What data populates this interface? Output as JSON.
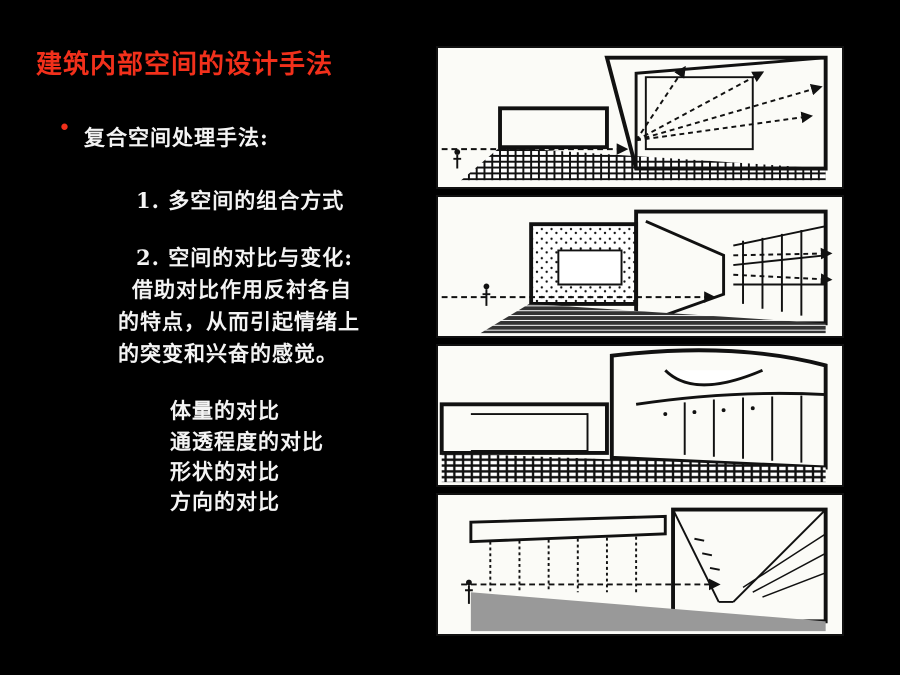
{
  "title": "建筑内部空间的设计手法",
  "bullet": {
    "marker": "•",
    "heading": "复合空间处理手法:"
  },
  "items": {
    "item1": "1. 多空间的组合方式",
    "item2": "2. 空间的对比与变化:",
    "desc_lines": [
      "借助对比作用反衬各自",
      "的特点，从而引起情绪上",
      "的突变和兴奋的感觉。"
    ],
    "contrasts": [
      "体量的对比",
      "通透程度的对比",
      "形状的对比",
      "方向的对比"
    ]
  }
}
